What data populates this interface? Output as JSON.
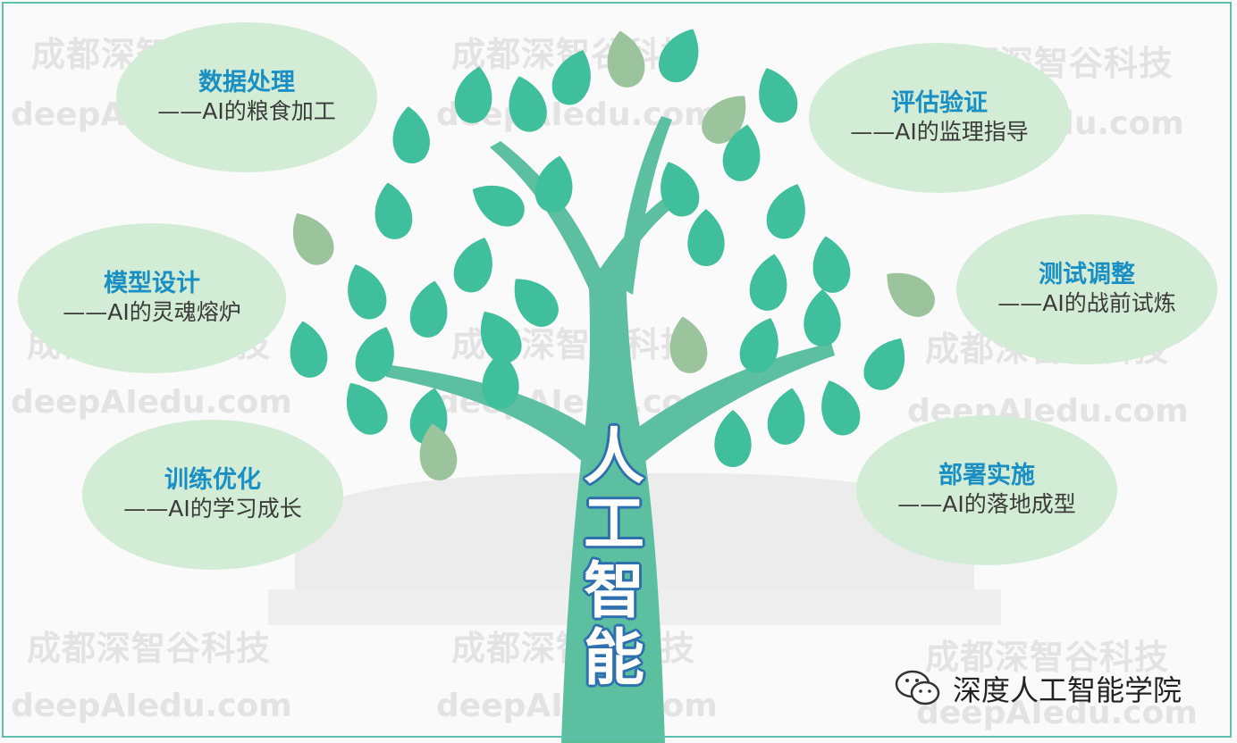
{
  "watermarks": {
    "cn": "成都深智谷科技",
    "en": "deepAIedu.com"
  },
  "trunk": [
    "人",
    "工",
    "智",
    "能"
  ],
  "nodes": {
    "data_processing": {
      "title": "数据处理",
      "sub": "——AI的粮食加工"
    },
    "model_design": {
      "title": "模型设计",
      "sub": "——AI的灵魂熔炉"
    },
    "training": {
      "title": "训练优化",
      "sub": "——AI的学习成长"
    },
    "evaluation": {
      "title": "评估验证",
      "sub": "——AI的监理指导"
    },
    "testing": {
      "title": "测试调整",
      "sub": "——AI的战前试炼"
    },
    "deployment": {
      "title": "部署实施",
      "sub": "——AI的落地成型"
    }
  },
  "brand": {
    "name": "深度人工智能学院",
    "icon": "wechat-icon"
  },
  "colors": {
    "leaf": "#40bf9c",
    "leaf_muted": "#9cc49c",
    "trunk": "#5cbfa0",
    "oval": "#d3ecd5",
    "title": "#1a8fc4",
    "frame": "#5cc2ad"
  }
}
